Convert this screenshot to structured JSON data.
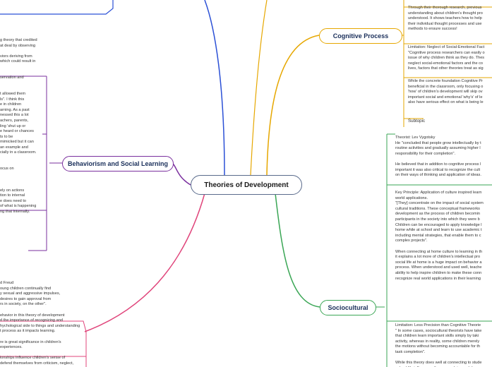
{
  "central": {
    "label": "Theories of Development"
  },
  "cognitive": {
    "label": "Cognitive Process",
    "color": "#e6a700",
    "text1": "Through their thorough research, previous\nunderstanding about children's thought pro\nunderstood. It shows teachers how to help\ntheir individual thought processes and use\nmethods to ensure success!",
    "text2": "Limitation: Neglect of Social-Emotional Fact\n\"Cognitive process researchers can easily o\nissue of why children think as they do. Thes\nneglect social-emotional factors and the co\nlives, factors that other theories treat as sig",
    "text3": "While the concrete foundation Cognitive Pr\nbeneficial in the classroom, only focusing o\n'how' of children's development will skip ov\nimportant social and emotional 'why's' of le\nalso have serious effect on what is being le",
    "subtopic": "Subtopic"
  },
  "sociocultural": {
    "label": "Sociocultural",
    "color": "#3aa655",
    "text1": "Theorist: Lev Vygotsky\nHe \"concluded that people grow intellectually by t\nroutine activities and gradually assuming higher l\nresponsibility for their completion\".\n\nHe believed that in addition to cognitive process l\nimportant it was also critical to recognize the cult\non their ways of thinking and application of ideas.",
    "text2": "Key Principle: Application of culture inspired learn\nworld applications.\n\"[They] concentrate on the impact of social system\ncultural traditions. These conceptual frameworks\ndevelopment as the process of children becomin\nparticipants in the society into which they were b\nChildren can be encouraged to apply knowledge l\nhome while at school and learn to use academic t\nincluding mental strategies, that enable them to c\ncomplex projects\".\n\nWhen connecting at home culture to learning in th\nit explains a lot more of children's intellectual pro\nsocial life at home is a huge impact on behavior a\nprocess. When understood and used well, teache\nability to help inspire children to make these conn\nrecognize real world applications in their learning",
    "text3": "Limitation: Less Precision than Cognitive Theorie\n\" In some cases, sociocultural theorists have take\nthat children learn important skills simply by taki\nactivity, whereas in reality, some children merely\nthe motions without becoming accountable for th\ntask completion\".\n\nWhile this theory does well at connecting to stude\nschool life influences, the research is much less c\nleaves out some important variables in their thou\nprocesses."
  },
  "behaviorism": {
    "label": "Behaviorism and Social Learning",
    "color": "#7a2f9e",
    "text1": "g theory that credited\nat deal by observing\n\nviors deriving from\nwhich could result in\n\n\nservation and\n\n\nt allowed them\nls\". I think this\ne in children\narning. As a past\nnessed this a lot\nachers, parents,\nling 'shut up or\ne heard or chances\nts to be\nmimicked but it can\nan example and\ncially in a classroom.\n\n\nocus on\n\n\n\nely on actions\ntion to internal\ne does need to\nof what is happening\nng that internally."
  },
  "psycho": {
    "color": "#e0457b",
    "text1": "d Freud\noung children continually find\ny sexual and aggressive impulses,\ndesires to gain approval from\nrs in society, on the other\".\n\nehavior in this theory of development\nd the importance of recognizing and\nhychological side to things and understanding\nt process as it impacts learning.\n\nre is great significance in children's\nexperiences.\n\nionships influence children's sense of\ndefend themselves from criticism, neglect,\nents; concerted efforts are needed to"
  }
}
